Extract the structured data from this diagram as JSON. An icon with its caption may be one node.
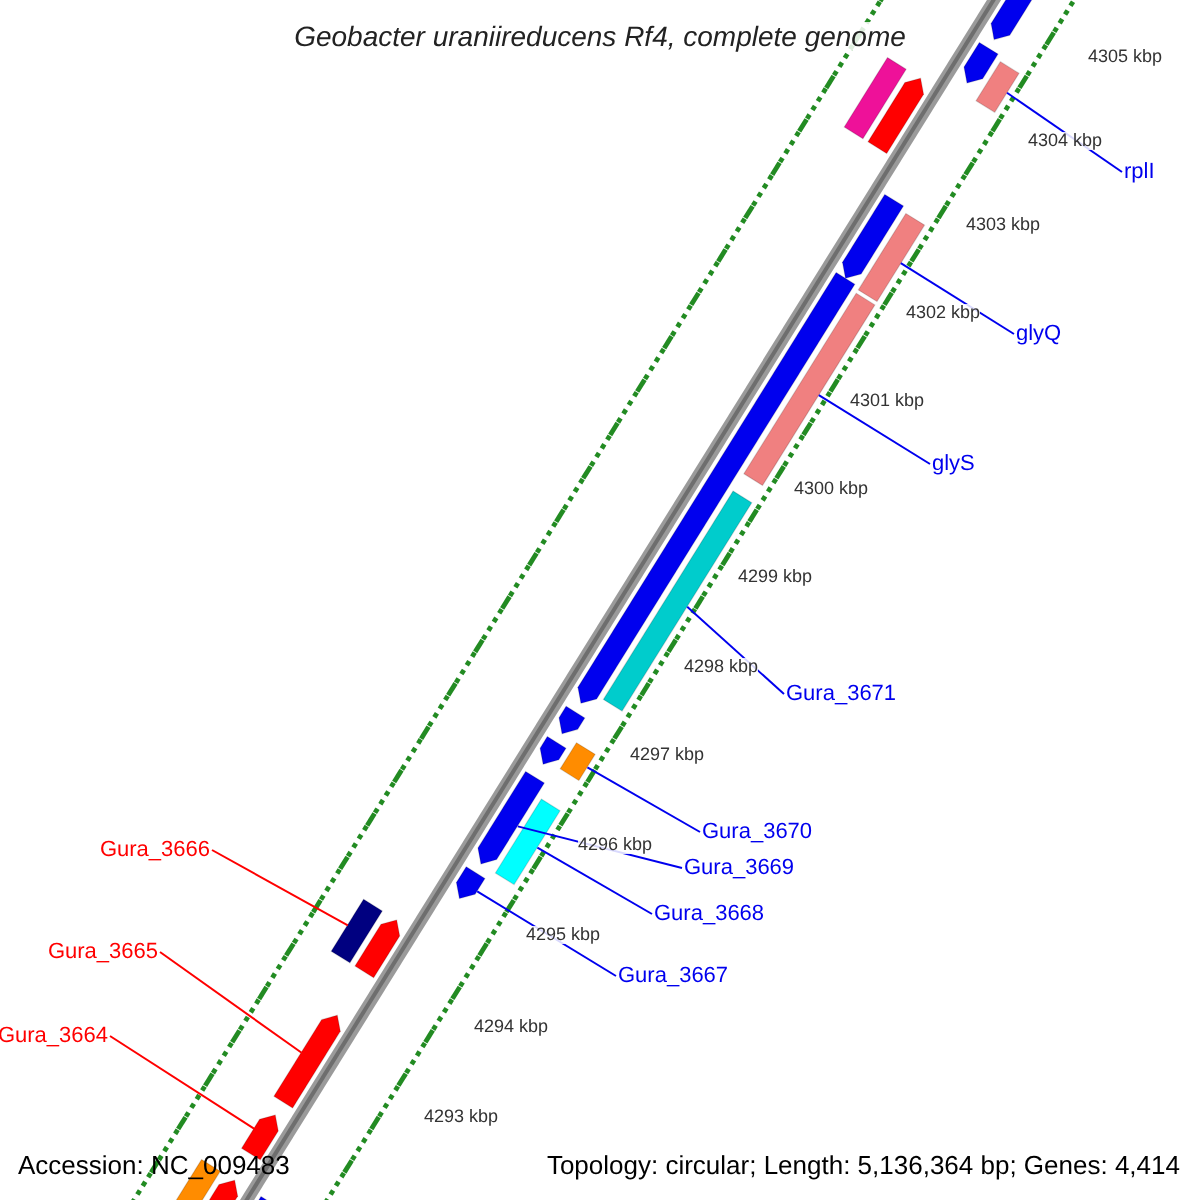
{
  "diagram": {
    "title": "Geobacter uraniireducens Rf4, complete genome",
    "nodes": [
      {
        "text": [
          "rplI"
        ]
      },
      {
        "text": [],
        "shape": "bar"
      },
      {
        "text": [
          "glyQ"
        ]
      },
      {
        "text": [],
        "shape": "bar"
      },
      {
        "text": [
          "glyS"
        ]
      },
      {
        "text": [],
        "shape": "bar"
      },
      {
        "text": [
          "Gura_3671"
        ]
      },
      {
        "text": [],
        "shape": "bar"
      },
      {
        "text": [
          "Gura_3666"
        ]
      },
      {
        "text": [],
        "shape": "bar"
      },
      {
        "text": [
          "Gura_3670"
        ]
      },
      {
        "text": [],
        "shape": "bar"
      },
      {
        "text": [
          "Gura_3669"
        ]
      },
      {
        "text": [],
        "shape": "bar"
      },
      {
        "text": [
          "Gura_3668"
        ]
      },
      {
        "text": [],
        "shape": "bar"
      },
      {
        "text": [
          "Gura_3665"
        ]
      },
      {
        "text": [],
        "shape": "bar"
      },
      {
        "text": [
          "Gura_3667"
        ]
      },
      {
        "text": [],
        "shape": "bar"
      },
      {
        "text": [
          "Gura_3664"
        ]
      },
      {
        "text": [],
        "shape": "bar"
      },
      {
        "text": [],
        "shape": "bar"
      },
      {
        "text": [],
        "shape": "bar"
      },
      {
        "text": [],
        "shape": "bar"
      },
      {
        "text": [],
        "shape": "bar"
      },
      {
        "text": [],
        "shape": "bar"
      },
      {
        "text": [],
        "shape": "bar"
      },
      {
        "text": [],
        "shape": "bar"
      },
      {
        "text": [],
        "shape": "bar"
      },
      {
        "text": [],
        "shape": "bar"
      },
      {
        "text": [],
        "shape": "bar"
      },
      {
        "text": [],
        "shape": "bar"
      },
      {
        "text": [],
        "shape": "bar"
      }
    ],
    "edges": [
      {
        "from": 0,
        "to": 1,
        "arrow": "none"
      },
      {
        "from": 2,
        "to": 3,
        "arrow": "none"
      },
      {
        "from": 4,
        "to": 5,
        "arrow": "none"
      },
      {
        "from": 6,
        "to": 7,
        "arrow": "none"
      },
      {
        "from": 8,
        "to": 9,
        "arrow": "none",
        "color": "#ff0000"
      },
      {
        "from": 10,
        "to": 11,
        "arrow": "none"
      },
      {
        "from": 12,
        "to": 13,
        "arrow": "none"
      },
      {
        "from": 14,
        "to": 15,
        "arrow": "none"
      },
      {
        "from": 16,
        "to": 17,
        "arrow": "none",
        "color": "#ff0000"
      },
      {
        "from": 18,
        "to": 19,
        "arrow": "none"
      },
      {
        "from": 20,
        "to": 21,
        "arrow": "none",
        "color": "#ff0000"
      }
    ],
    "labels": [
      "4305 kbp",
      "4304 kbp",
      "4303 kbp",
      "4302 kbp",
      "4301 kbp",
      "4300 kbp",
      "4299 kbp",
      "4298 kbp",
      "4297 kbp",
      "4296 kbp",
      "4295 kbp",
      "4294 kbp",
      "4293 kbp",
      "Accession: NC_009483",
      "Topology: circular; Length: 5,136,364 bp; Genes: 4,414"
    ]
  }
}
